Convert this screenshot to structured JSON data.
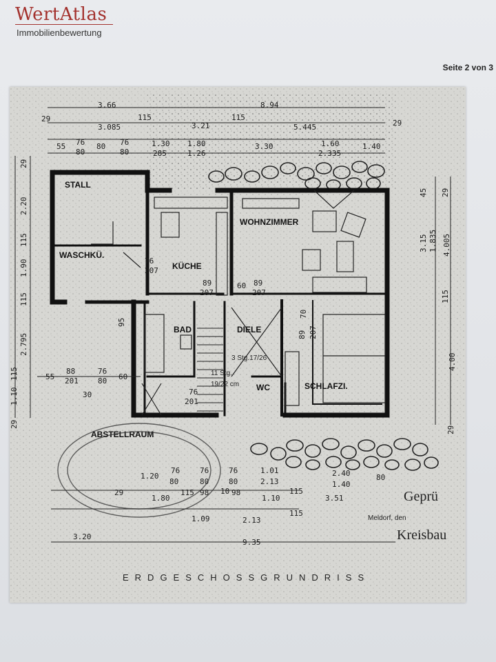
{
  "header": {
    "brand": "WertAtlas",
    "tagline": "Immobilienbewertung",
    "page": "Seite  2 von 3"
  },
  "plan": {
    "caption": "ERDGESCHOSSGRUNDRISS",
    "rooms": {
      "stall": "STALL",
      "waschk": "WASCHKÜ.",
      "kueche": "KÜCHE",
      "wohnzimmer": "WOHNZIMMER",
      "bad": "BAD",
      "diele": "DIELE",
      "wc": "WC",
      "schlafz": "SCHLAFZI.",
      "abstellraum": "ABSTELLRAUM"
    },
    "notes": {
      "stairs_diele": "3 Stg.17/26",
      "stairs_main": "11 Stg.",
      "stairs_ratio": "19/22 cm"
    },
    "stamp": {
      "line1": "Geprü",
      "line2": "Meldorf, den",
      "line3": "Kreisbau"
    },
    "dims_top": {
      "d366": "3.66",
      "d894": "8.94",
      "d29a": "29",
      "d29b": "29",
      "d115a": "115",
      "d115b": "115",
      "d3085": "3.085",
      "d321": "3.21",
      "d5445": "5.445",
      "d55": "55",
      "d7680a": "76",
      "d7680a2": "80",
      "d80": "80",
      "d7680b": "76",
      "d7680b2": "80",
      "d130": "1.30",
      "d285": "285",
      "d180": "1.80",
      "d126": "1.26",
      "d330": "3.30",
      "d160": "1.60",
      "d2335": "2.335",
      "d140": "1.40"
    },
    "dims_left": {
      "d29": "29",
      "d220": "2.20",
      "d115": "115",
      "d190": "1.90",
      "d115b": "115",
      "d2795": "2.795",
      "d115c": "115",
      "d110": "1.10",
      "d29b": "29"
    },
    "dims_right": {
      "d45": "45",
      "d29": "29",
      "d315": "3.15",
      "d1835": "1.835",
      "d4005": "4.005",
      "d115": "115",
      "d400": "4.00",
      "d29b": "29"
    },
    "dims_inner": {
      "k76": "76",
      "k207": "207",
      "k89": "89",
      "k207b": "207",
      "k60": "60",
      "k89b": "89",
      "k207c": "207",
      "k70": "70",
      "s89": "89",
      "s207": "207",
      "b95": "95",
      "w55": "55",
      "w88": "88",
      "w201": "201",
      "w76": "76",
      "w80": "80",
      "w60": "60",
      "w30": "30",
      "a76": "76",
      "a201": "201"
    },
    "dims_bottom": {
      "b29": "29",
      "b120": "1.20",
      "b76a": "76",
      "b80a": "80",
      "b76b": "76",
      "b80b": "80",
      "b76c": "76",
      "b80c": "80",
      "b101": "1.01",
      "b213": "2.13",
      "b180": "1.80",
      "b115": "115",
      "b98a": "98",
      "b10": "10",
      "b98b": "98",
      "b110": "1.10",
      "b115b": "115",
      "b240": "2.40",
      "b140": "1.40",
      "b80d": "80",
      "b3515": "3.51",
      "b1095": "1.09",
      "b213b": "2.13",
      "b115c": "115",
      "b320": "3.20",
      "b935": "9.35"
    }
  },
  "colors": {
    "brand": "#a3312d",
    "paper": "#d7d7d3",
    "ink": "#1b1b1b"
  }
}
